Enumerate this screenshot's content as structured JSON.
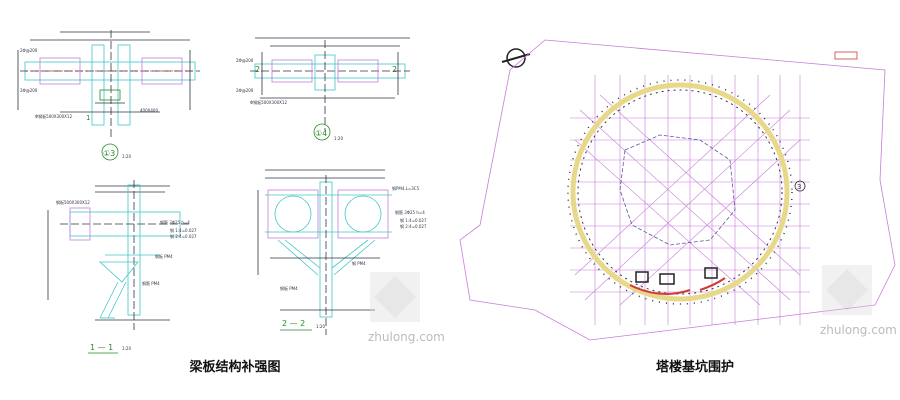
{
  "captions": {
    "left": "梁板结构补强图",
    "right": "塔楼基坑围护"
  },
  "detail_labels": {
    "d3": "①3",
    "d4": "①4",
    "s11": "1 — 1",
    "s22": "2 — 2",
    "scale": "1:20",
    "mark1": "1",
    "mark2": "2",
    "mark3": "3"
  },
  "watermark": {
    "text": "zhulong.com"
  },
  "colors": {
    "cyan": "#3fc6c8",
    "magenta": "#c77dd9",
    "dark": "#334",
    "green": "#2a8a2a",
    "yellow": "#e8d98a",
    "red": "#d23a3a"
  }
}
